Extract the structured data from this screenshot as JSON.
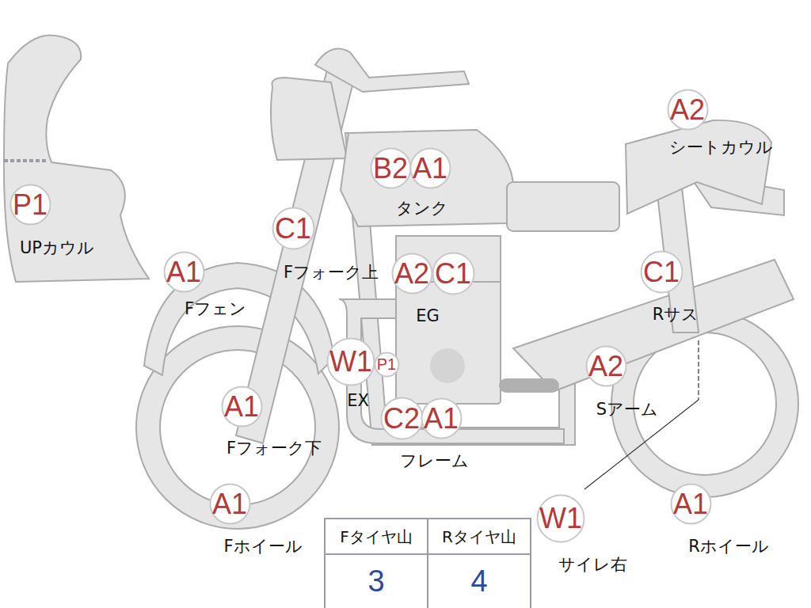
{
  "diagram": {
    "nodes": [
      {
        "text": [
          "A2"
        ]
      },
      {
        "text": [
          "B2"
        ]
      },
      {
        "text": [
          "A1"
        ]
      },
      {
        "text": [
          "P1"
        ]
      },
      {
        "text": [
          "C1"
        ]
      },
      {
        "text": [
          "A1"
        ]
      },
      {
        "text": [
          "A2"
        ]
      },
      {
        "text": [
          "C1"
        ]
      },
      {
        "text": [
          "C1"
        ]
      },
      {
        "text": [
          "W1"
        ]
      },
      {
        "text": [
          "P1"
        ]
      },
      {
        "text": [
          "A2"
        ]
      },
      {
        "text": [
          "A1"
        ]
      },
      {
        "text": [
          "C2"
        ]
      },
      {
        "text": [
          "A1"
        ]
      },
      {
        "text": [
          "W1"
        ]
      },
      {
        "text": [
          "A1"
        ]
      },
      {
        "text": [
          "A1"
        ]
      }
    ],
    "labels": [
      "シートカウル",
      "タンク",
      "UPカウル",
      "Fフォーク上",
      "Fフェン",
      "EG",
      "Rサス",
      "EX",
      "Sアーム",
      "Fフォーク下",
      "フレーム",
      "Fホイール",
      "サイレ右",
      "Rホイール",
      "Fタイヤ山",
      "Rタイヤ山",
      "3",
      "4"
    ]
  }
}
